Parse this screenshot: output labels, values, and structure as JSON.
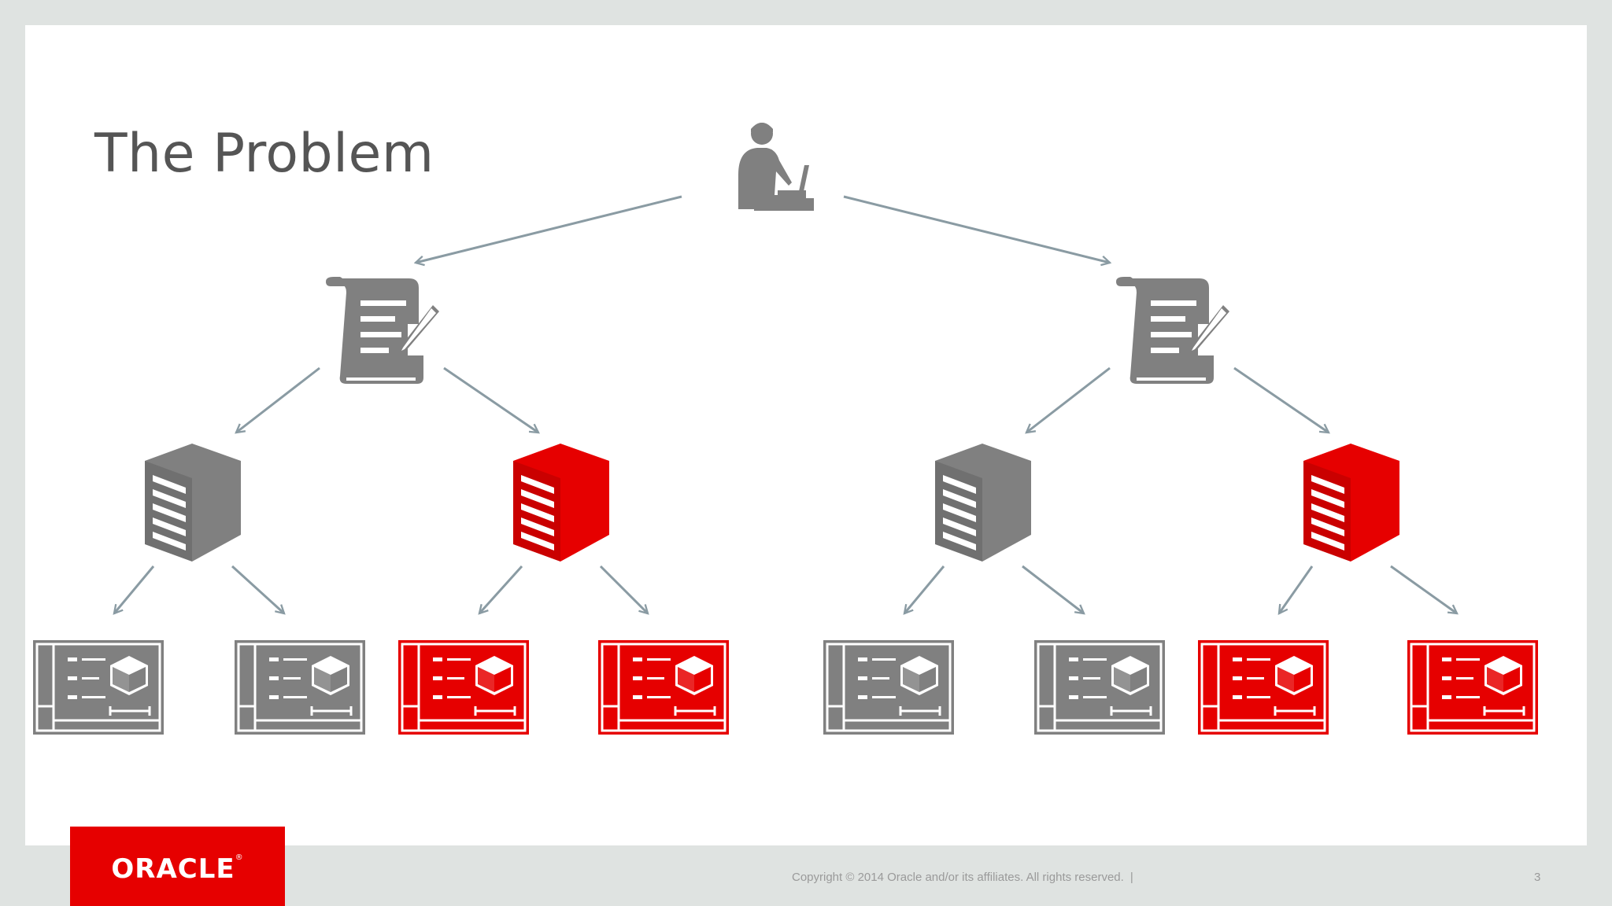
{
  "slide": {
    "title": "The Problem",
    "footer": {
      "copyright": "Copyright © 2014 Oracle and/or its affiliates. All rights reserved.",
      "separator": "|",
      "page_number": "3"
    },
    "logo": {
      "text": "ORACLE",
      "registered": "®"
    }
  },
  "colors": {
    "gray": "#808080",
    "red": "#e60000",
    "arrow": "#8a9ba3",
    "title": "#555555",
    "background": "#dfe3e1"
  },
  "diagram": {
    "root": {
      "icon": "user-at-laptop-icon"
    },
    "branches": [
      {
        "icon": "script-document-icon",
        "servers": [
          {
            "icon": "server-icon",
            "status": "gray",
            "instances": [
              {
                "icon": "instance-panel-icon",
                "status": "gray"
              },
              {
                "icon": "instance-panel-icon",
                "status": "gray"
              }
            ]
          },
          {
            "icon": "server-icon",
            "status": "red",
            "instances": [
              {
                "icon": "instance-panel-icon",
                "status": "red"
              },
              {
                "icon": "instance-panel-icon",
                "status": "red"
              }
            ]
          }
        ]
      },
      {
        "icon": "script-document-icon",
        "servers": [
          {
            "icon": "server-icon",
            "status": "gray",
            "instances": [
              {
                "icon": "instance-panel-icon",
                "status": "gray"
              },
              {
                "icon": "instance-panel-icon",
                "status": "gray"
              }
            ]
          },
          {
            "icon": "server-icon",
            "status": "red",
            "instances": [
              {
                "icon": "instance-panel-icon",
                "status": "red"
              },
              {
                "icon": "instance-panel-icon",
                "status": "red"
              }
            ]
          }
        ]
      }
    ]
  }
}
